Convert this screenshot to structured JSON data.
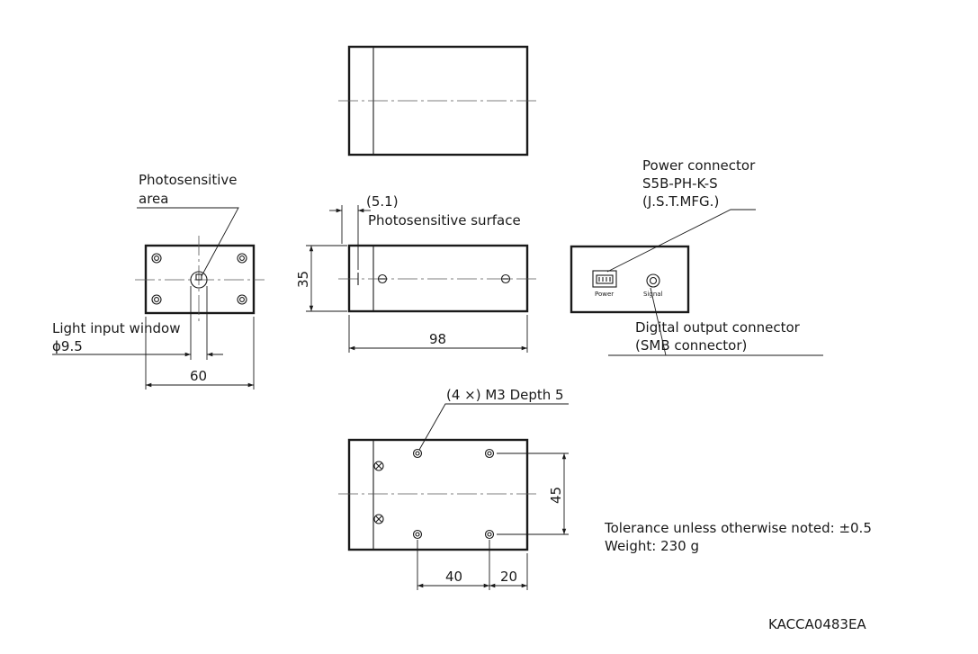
{
  "labels": {
    "photosensitive_area_line1": "Photosensitive",
    "photosensitive_area_line2": "area",
    "light_input_line1": "Light input window",
    "light_input_line2": "ϕ9.5",
    "dim_width": "60",
    "dim_offset": "(5.1)",
    "photosensitive_surface": "Photosensitive surface",
    "dim_height": "35",
    "dim_length": "98",
    "power_connector_line1": "Power connector",
    "power_connector_line2": "S5B-PH-K-S",
    "power_connector_line3": "(J.S.T.MFG.)",
    "power_port_label": "Power",
    "signal_port_label": "Signal",
    "digital_output_line1": "Digital output connector",
    "digital_output_line2": "(SMB connector)",
    "mount_holes": "(4 ×) M3 Depth 5",
    "dim_hole_spacing_y": "45",
    "dim_hole_spacing_x": "40",
    "dim_hole_edge": "20",
    "tolerance": "Tolerance unless otherwise noted: ±0.5",
    "weight": "Weight: 230 g",
    "drawing_code": "KACCA0483EA"
  }
}
